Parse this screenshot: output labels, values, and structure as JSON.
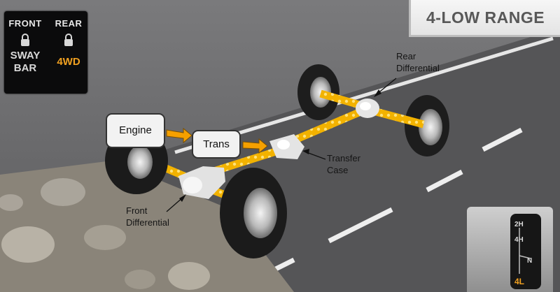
{
  "indicator": {
    "front_label": "FRONT",
    "front_status_line1": "SWAY",
    "front_status_line2": "BAR",
    "rear_label": "REAR",
    "rear_status": "4WD",
    "lock_icon": "lock-icon",
    "rear_status_color": "#f0a020"
  },
  "mode_banner": {
    "text": "4-LOW RANGE"
  },
  "labels": {
    "engine": "Engine",
    "trans": "Trans",
    "rear_diff_line1": "Rear",
    "rear_diff_line2": "Differential",
    "transfer_line1": "Transfer",
    "transfer_line2": "Case",
    "front_diff_line1": "Front",
    "front_diff_line2": "Differential"
  },
  "shifter": {
    "positions": [
      "2H",
      "4H",
      "N",
      "4L"
    ],
    "selected": "4L"
  },
  "colors": {
    "driveshaft": "#f5b800",
    "arrow": "#f5a000"
  }
}
